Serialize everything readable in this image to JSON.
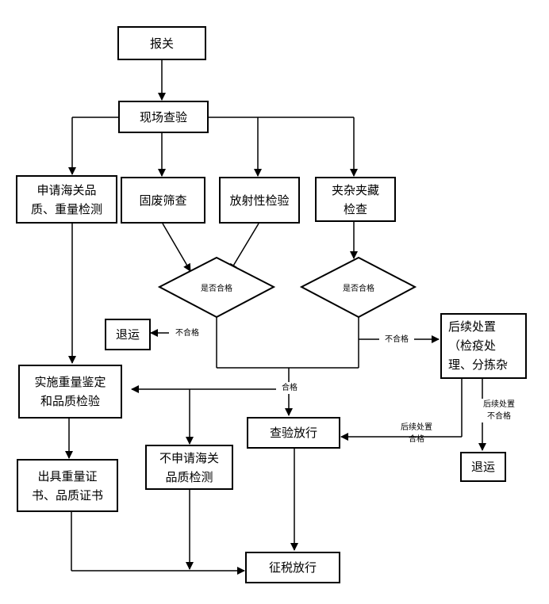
{
  "nodes": {
    "declare": "报关",
    "on_site": "现场查验",
    "apply_inspection": "申请海关品\n质、重量检测",
    "solid_waste": "固废筛查",
    "radiation": "放射性检验",
    "smuggling": "夹杂夹藏\n检查",
    "decision_1": "是否合格",
    "decision_2": "是否合格",
    "return_1": "退运",
    "followup": "后续处置\n（检疫处\n理、分拣杂",
    "weight_quality": "实施重量鉴定\n和品质检验",
    "no_apply": "不申请海关\n品质检测",
    "release_check": "查验放行",
    "certificate": "出具重量证\n书、品质证书",
    "return_2": "退运",
    "tax_release": "征税放行"
  },
  "edge_labels": {
    "fail_1": "不合格",
    "fail_2": "不合格",
    "pass": "合格",
    "followup_pass": "后续处置\n合格",
    "followup_fail": "后续处置\n不合格"
  }
}
